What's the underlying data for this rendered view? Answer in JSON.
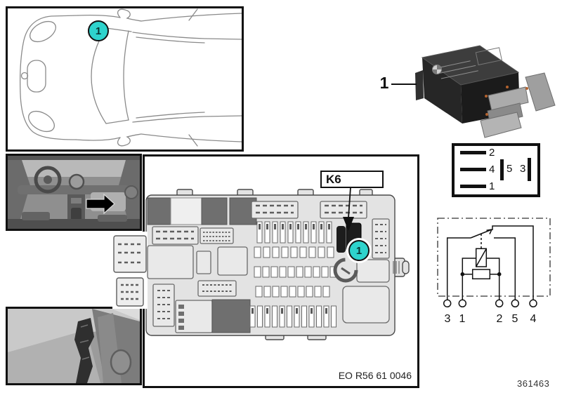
{
  "page": {
    "background": "#ffffff",
    "ref_number": "361463"
  },
  "colors": {
    "marker_fill": "#2ed3cc",
    "marker_text": "#083533",
    "line_black": "#111111"
  },
  "car_panel": {
    "marker_label": "1"
  },
  "main_panel": {
    "component_label": "K6",
    "marker_label": "1",
    "drawing_code": "EO R56 61 0046"
  },
  "relay_photo": {
    "pointer_label": "1"
  },
  "pin_layout": {
    "pins": [
      "2",
      "4",
      "1",
      "5",
      "3"
    ]
  },
  "schematic": {
    "terminals": [
      "3",
      "1",
      "2",
      "5",
      "4"
    ]
  }
}
